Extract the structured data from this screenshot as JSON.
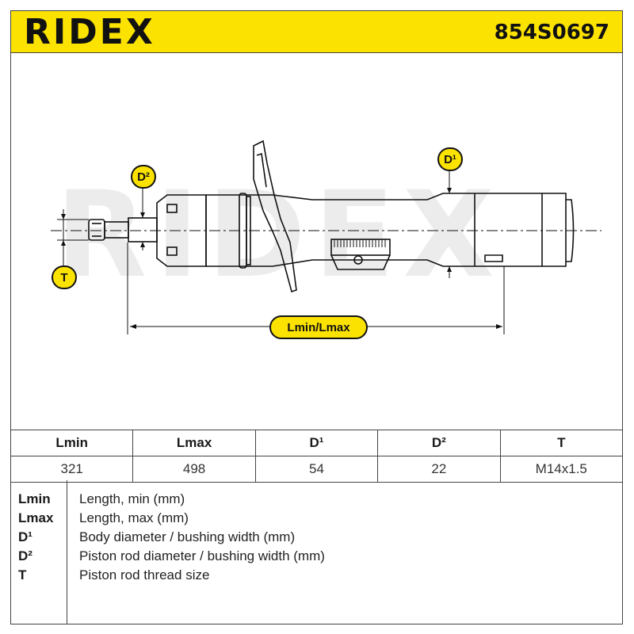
{
  "header": {
    "brand": "RIDEX",
    "part_number": "854S0697"
  },
  "drawing": {
    "watermark": "RIDEX",
    "callouts": {
      "d1": "D¹",
      "d2": "D²",
      "t": "T",
      "length": "Lmin/Lmax"
    }
  },
  "spec_table": {
    "headers": [
      "Lmin",
      "Lmax",
      "D¹",
      "D²",
      "T"
    ],
    "values": [
      "321",
      "498",
      "54",
      "22",
      "M14x1.5"
    ]
  },
  "legend": [
    {
      "key": "Lmin",
      "desc": "Length, min (mm)"
    },
    {
      "key": "Lmax",
      "desc": "Length, max (mm)"
    },
    {
      "key": "D¹",
      "desc": "Body diameter / bushing width (mm)"
    },
    {
      "key": "D²",
      "desc": "Piston rod diameter / bushing width (mm)"
    },
    {
      "key": "T",
      "desc": "Piston rod thread size"
    }
  ],
  "colors": {
    "brand_yellow": "#fce200",
    "line": "#111111"
  }
}
